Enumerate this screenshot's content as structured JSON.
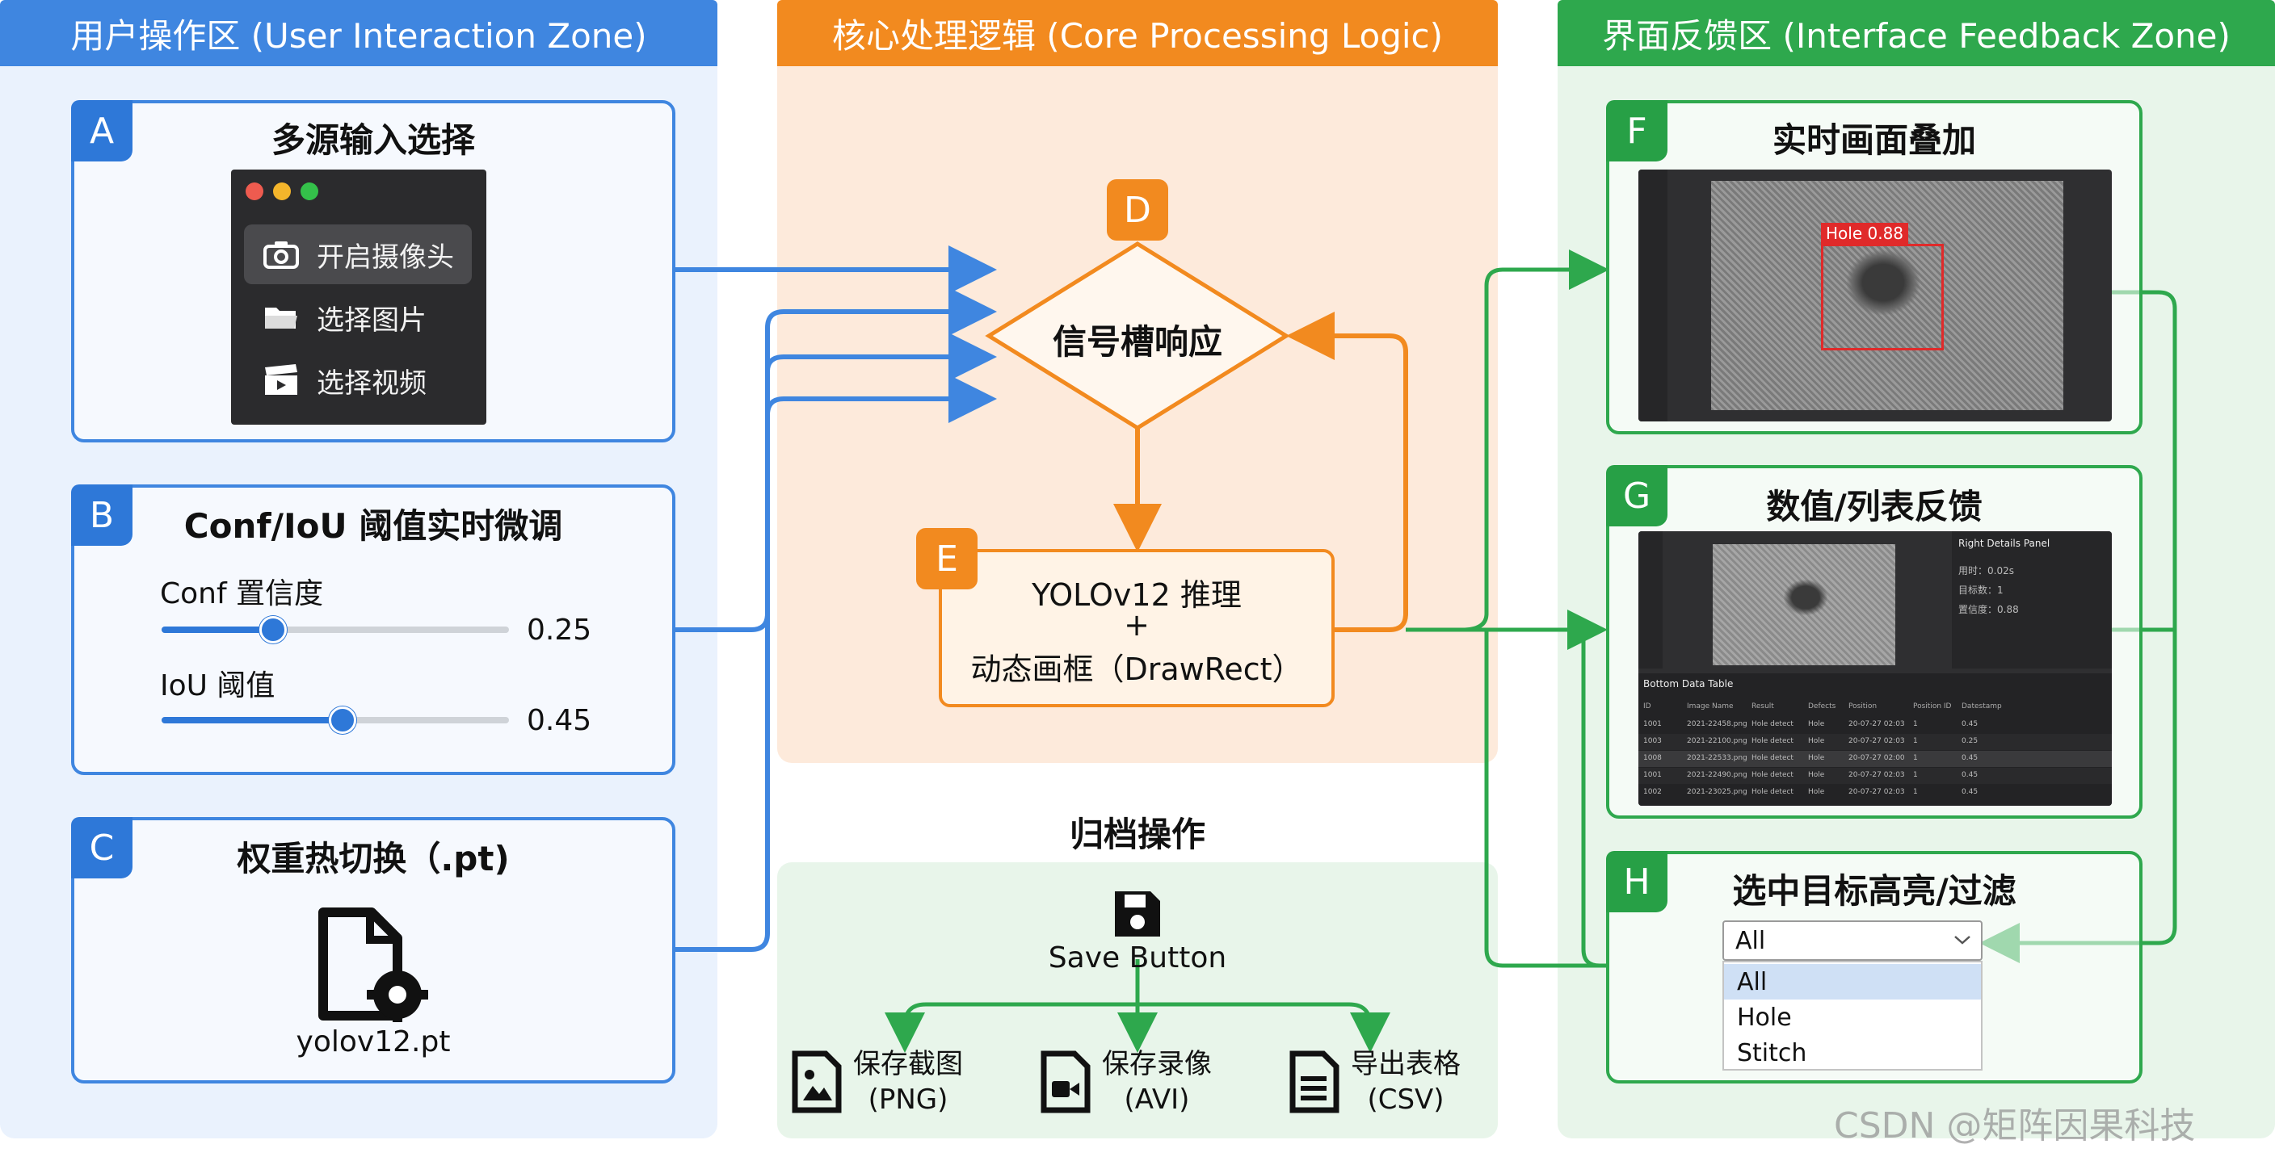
{
  "columns": {
    "user": {
      "title": "用户操作区 (User Interaction Zone)",
      "color": "#3f86e0"
    },
    "core": {
      "title": "核心处理逻辑 (Core Processing Logic)",
      "color": "#f28a1f"
    },
    "feedback": {
      "title": "界面反馈区 (Interface Feedback Zone)",
      "color": "#2ea84d"
    }
  },
  "card_a": {
    "badge": "A",
    "title": "多源输入选择",
    "menu": [
      {
        "icon": "camera-icon",
        "label": "开启摄像头"
      },
      {
        "icon": "folder-icon",
        "label": "选择图片"
      },
      {
        "icon": "clapperboard-icon",
        "label": "选择视频"
      }
    ]
  },
  "card_b": {
    "badge": "B",
    "title": "Conf/IoU 阈值实时微调",
    "conf": {
      "label": "Conf 置信度",
      "value": "0.25",
      "fraction": 0.32
    },
    "iou": {
      "label": "IoU 阈值",
      "value": "0.45",
      "fraction": 0.52
    }
  },
  "card_c": {
    "badge": "C",
    "title": "权重热切换（.pt)",
    "file": "yolov12.pt"
  },
  "node_d": {
    "badge": "D",
    "label": "信号槽响应"
  },
  "node_e": {
    "badge": "E",
    "line1": "YOLOv12 推理",
    "line2": "+",
    "line3": "动态画框（DrawRect）"
  },
  "archive": {
    "title": "归档操作",
    "button": "Save Button",
    "items": [
      {
        "icon": "image-file-icon",
        "line1": "保存截图",
        "line2": "(PNG)"
      },
      {
        "icon": "video-file-icon",
        "line1": "保存录像",
        "line2": "(AVI)"
      },
      {
        "icon": "document-file-icon",
        "line1": "导出表格",
        "line2": "(CSV)"
      }
    ]
  },
  "card_f": {
    "badge": "F",
    "title": "实时画面叠加",
    "detection": "Hole 0.88"
  },
  "card_g": {
    "badge": "G",
    "title": "数值/列表反馈",
    "panel_title": "Right Details Panel",
    "panel_lines": [
      "用时：0.02s",
      "目标数：1",
      "置信度：0.88"
    ],
    "table_title": "Bottom Data Table",
    "table_headers": [
      "ID",
      "Image Name",
      "Result",
      "Defects",
      "Position",
      "Position ID",
      "Datestamp"
    ],
    "table_rows": [
      [
        "1001",
        "2021-22458.png",
        "Hole detect",
        "Hole",
        "20-07-27 02:03",
        "1",
        "0.45"
      ],
      [
        "1003",
        "2021-22100.png",
        "Hole detect",
        "Hole",
        "20-07-27 02:03",
        "1",
        "0.25"
      ],
      [
        "1008",
        "2021-22533.png",
        "Hole detect",
        "Hole",
        "20-07-27 02:00",
        "1",
        "0.45"
      ],
      [
        "1001",
        "2021-22490.png",
        "Hole detect",
        "Hole",
        "20-07-27 02:03",
        "1",
        "0.45"
      ],
      [
        "1002",
        "2021-23025.png",
        "Hole detect",
        "Hole",
        "20-07-27 02:03",
        "1",
        "0.45"
      ]
    ]
  },
  "card_h": {
    "badge": "H",
    "title": "选中目标高亮/过滤",
    "selected": "All",
    "options": [
      "All",
      "Hole",
      "Stitch"
    ]
  },
  "watermark": "CSDN @矩阵因果科技"
}
